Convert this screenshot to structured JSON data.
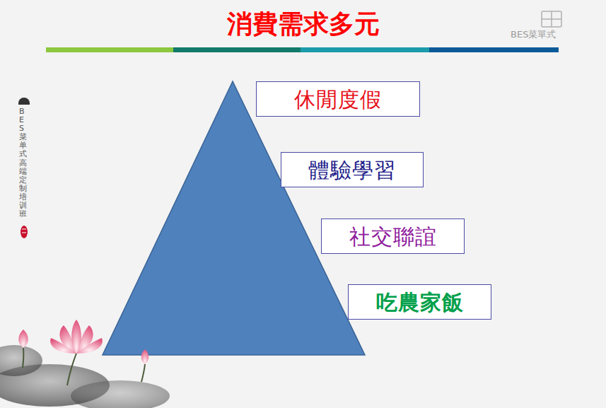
{
  "diagram": {
    "title": "消費需求多元",
    "nodes": [
      {
        "text": [
          "休閒度假"
        ]
      },
      {
        "text": [
          "體驗學習"
        ]
      },
      {
        "text": [
          "社交聯誼"
        ]
      },
      {
        "text": [
          "吃農家飯"
        ]
      }
    ],
    "edges": [],
    "labels": [
      "BES菜單式",
      "BES菜单式高端定制培训班"
    ]
  }
}
